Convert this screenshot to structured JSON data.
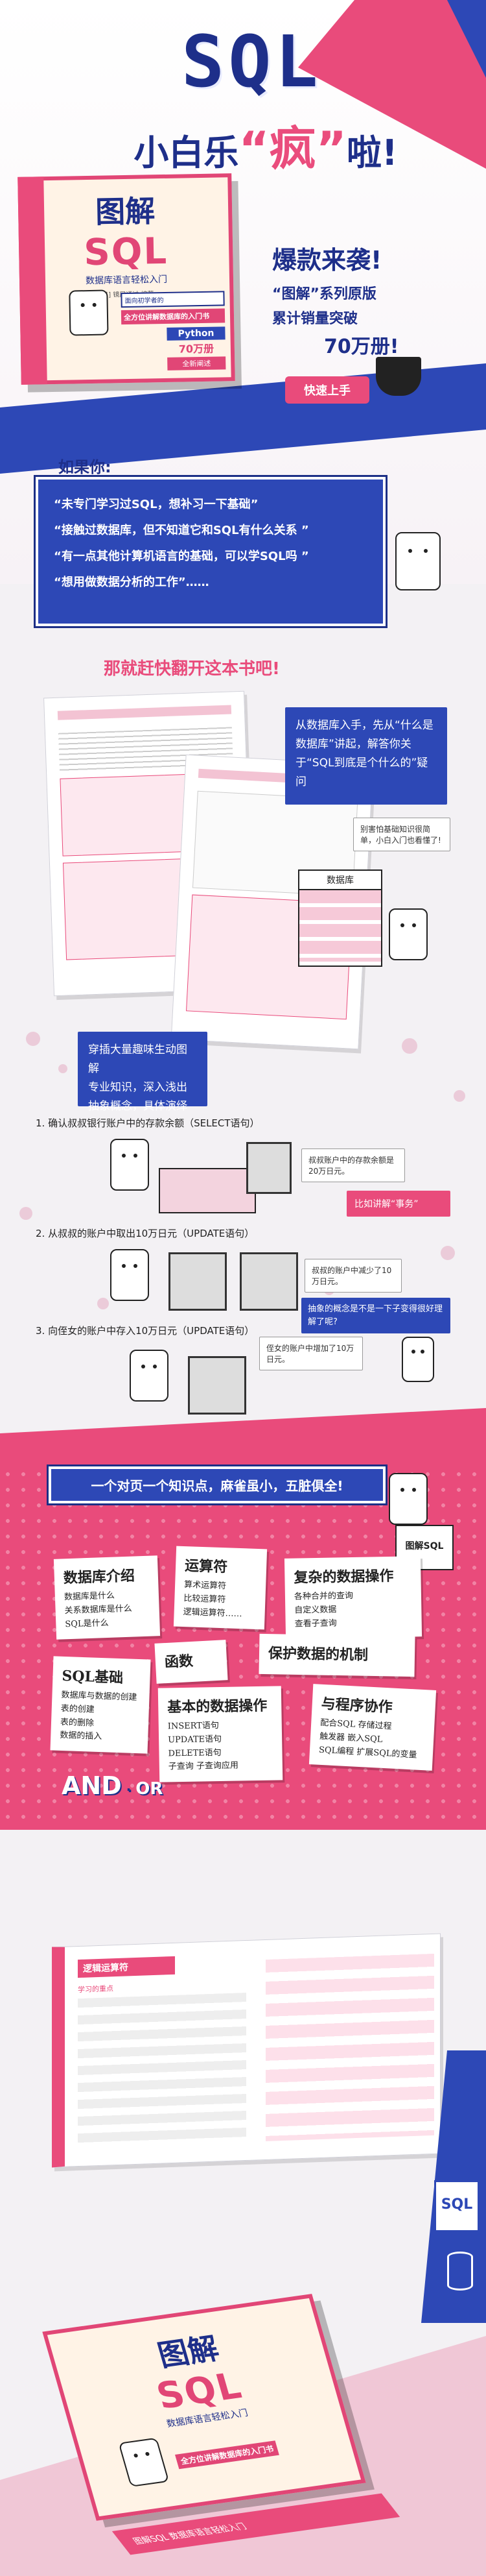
{
  "hero": {
    "brand": "SQL",
    "slogan_left": "小白乐",
    "slogan_mid": "“疯”",
    "slogan_right": "啦!",
    "headline": "爆款来袭!",
    "line1": "“图解”系列原版",
    "line2": "累计销量突破",
    "line3": "70万册!",
    "cta": "快速上手"
  },
  "book": {
    "title": "图解",
    "name": "SQL",
    "subtitle": "数据库语言轻松入门",
    "author": "[日] 镜屋通过 编著",
    "badge1": "面向初学者的",
    "badge2": "全方位讲解数据库的入门书",
    "badge_python": "Python",
    "badge_count": "70万册",
    "side_tag": "全新阐述",
    "spine": "图解SQL 数据库语言轻松入门"
  },
  "intro": {
    "heading": "如果你:",
    "lines": [
      "“未专门学习过SQL，想补习一下基础”",
      "“接触过数据库，但不知道它和SQL有什么关系 ”",
      "“有一点其他计算机语言的基础，可以学SQL吗 ”",
      "“想用做数据分析的工作”……"
    ],
    "conclusion": "那就赶快翻开这本书吧!"
  },
  "preview1": {
    "note": "从数据库入手，先从“什么是数据库”讲起，解答你关于“SQL到底是个什么的”疑问",
    "bubble": "别害怕基础知识很简单，小白入门也看懂了!",
    "cabinet_label": "数据库"
  },
  "features": {
    "note": "穿插大量趣味生动图解\n专业知识，深入浅出\n抽象概念，具体演绎",
    "step1": "1. 确认叔叔银行账户中的存款余额（SELECT语句）",
    "step1_note": "叔叔账户中的存款余额是20万日元。",
    "step1_bubble": "比如讲解“事务”",
    "step2": "2. 从叔叔的账户中取出10万日元（UPDATE语句）",
    "step2_note": "叔叔的账户中减少了10万日元。",
    "step3": "3. 向侄女的账户中存入10万日元（UPDATE语句）",
    "step3_note": "侄女的账户中增加了10万日元。",
    "step3_bubble": "抽象的概念是不是一下子变得很好理解了呢?"
  },
  "topics": {
    "banner": "一个对页一个知识点，麻雀虽小，五脏俱全!",
    "stickers": [
      {
        "h": "数据库介绍",
        "l": [
          "数据库是什么",
          "关系数据库是什么",
          "SQL是什么"
        ]
      },
      {
        "h": "运算符",
        "l": [
          "算术运算符",
          "比较运算符",
          "逻辑运算符……"
        ]
      },
      {
        "h": "复杂的数据操作",
        "l": [
          "各种合并的查询",
          "自定义数据",
          "查看子查询"
        ]
      },
      {
        "h": "SQL基础",
        "l": [
          "数据库与数据的创建",
          "表的创建",
          "表的删除",
          "数据的插入"
        ]
      },
      {
        "h": "函数",
        "l": []
      },
      {
        "h": "保护数据的机制",
        "l": []
      },
      {
        "h": "基本的数据操作",
        "l": [
          "INSERT语句",
          "UPDATE语句",
          "DELETE语句",
          "子查询  子查询应用"
        ]
      },
      {
        "h": "与程序协作",
        "l": [
          "配合SQL  存储过程",
          "触发器  嵌入SQL",
          "SQL编程  扩展SQL的变量"
        ]
      }
    ],
    "book_label": "图解SQL",
    "and": "AND",
    "or": "OR"
  },
  "spread": {
    "heading": "逻辑运算符",
    "sub": "学习的重点"
  },
  "side_label": "SQL"
}
